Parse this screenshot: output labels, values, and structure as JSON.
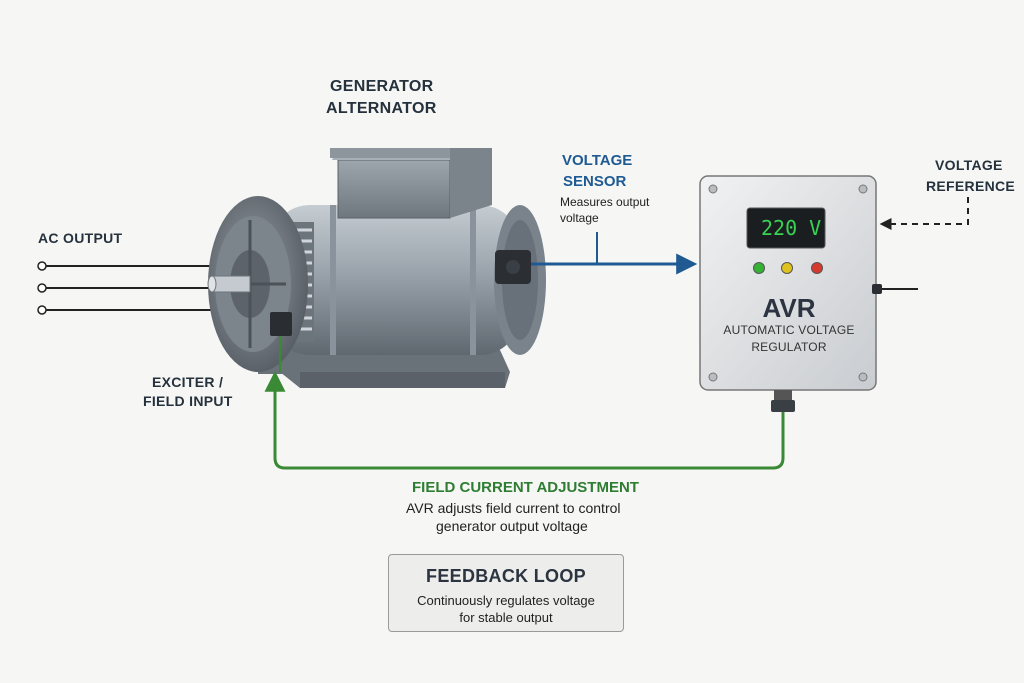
{
  "generator": {
    "heading_line1": "GENERATOR",
    "heading_line2": "ALTERNATOR"
  },
  "ac_output": {
    "label": "AC OUTPUT"
  },
  "exciter": {
    "line1": "EXCITER /",
    "line2": "FIELD INPUT"
  },
  "voltage_sensor": {
    "heading_line1": "VOLTAGE",
    "heading_line2": "SENSOR",
    "desc_line1": "Measures output",
    "desc_line2": "voltage"
  },
  "voltage_reference": {
    "line1": "VOLTAGE",
    "line2": "REFERENCE"
  },
  "avr": {
    "display_value": "220 V",
    "title": "AVR",
    "subtitle_line1": "AUTOMATIC VOLTAGE",
    "subtitle_line2": "REGULATOR",
    "indicator_colors": [
      "#35b234",
      "#e0c21e",
      "#d63a2f"
    ]
  },
  "field_adjustment": {
    "heading": "FIELD CURRENT ADJUSTMENT",
    "desc_line1": "AVR adjusts field current to control",
    "desc_line2": "generator output voltage"
  },
  "feedback": {
    "title": "FEEDBACK LOOP",
    "desc": "Continuously regulates voltage\nfor stable output"
  },
  "colors": {
    "sensor_line": "#1f5a93",
    "field_line": "#3a8a35",
    "metal": "#9aa3ab"
  }
}
